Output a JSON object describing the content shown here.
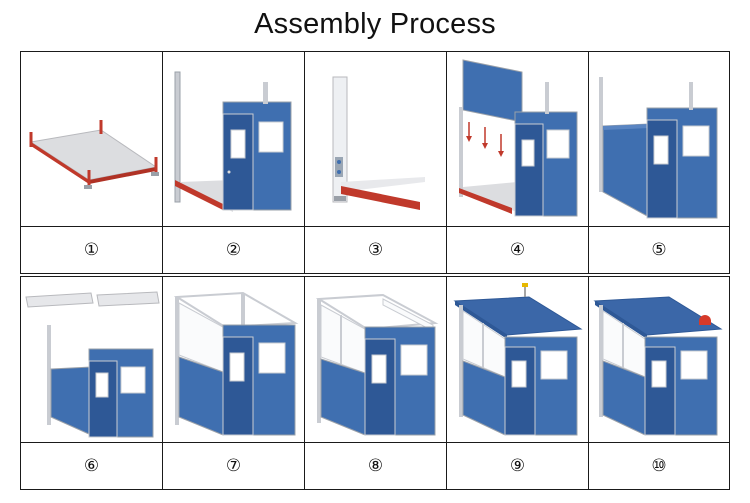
{
  "title": "Assembly Process",
  "colors": {
    "panel": "#3f6fb0",
    "panel_dark": "#2e5896",
    "frame": "#c9ccd2",
    "base": "#c0392b",
    "roof": "#3b67a8"
  },
  "steps": [
    {
      "label": "①"
    },
    {
      "label": "②"
    },
    {
      "label": "③"
    },
    {
      "label": "④"
    },
    {
      "label": "⑤"
    },
    {
      "label": "⑥"
    },
    {
      "label": "⑦"
    },
    {
      "label": "⑧"
    },
    {
      "label": "⑨"
    },
    {
      "label": "⑩"
    }
  ]
}
